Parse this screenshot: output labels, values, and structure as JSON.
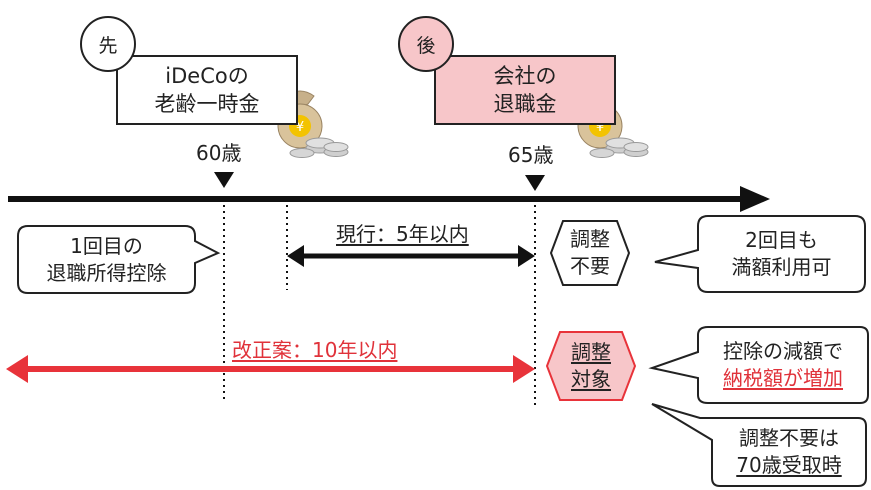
{
  "colors": {
    "black": "#111111",
    "red": "#e8333a",
    "pink_fill": "#f7c6c9",
    "red_text": "#e0323a"
  },
  "icons": {
    "money_bag": "money-bag-icon"
  },
  "top": {
    "first_badge": "先",
    "first_line1": "iDeCoの",
    "first_line2": "老齢一時金",
    "second_badge": "後",
    "second_line1": "会社の",
    "second_line2": "退職金"
  },
  "ages": {
    "age60": "60歳",
    "age65": "65歳"
  },
  "left_callout": {
    "line1": "1回目の",
    "line2": "退職所得控除"
  },
  "current_rule": {
    "label": "現行：5年以内"
  },
  "proposal_rule": {
    "label": "改正案：10年以内"
  },
  "hex_no_adjust": {
    "line1": "調整",
    "line2": "不要"
  },
  "hex_adjust": {
    "line1": "調整",
    "line2": "対象"
  },
  "callout_full": {
    "line1": "2回目も",
    "line2": "満額利用可"
  },
  "callout_reduce": {
    "line1": "控除の減額で",
    "line2": "納税額が増加"
  },
  "callout_70": {
    "line1": "調整不要は",
    "line2": "70歳受取時"
  }
}
